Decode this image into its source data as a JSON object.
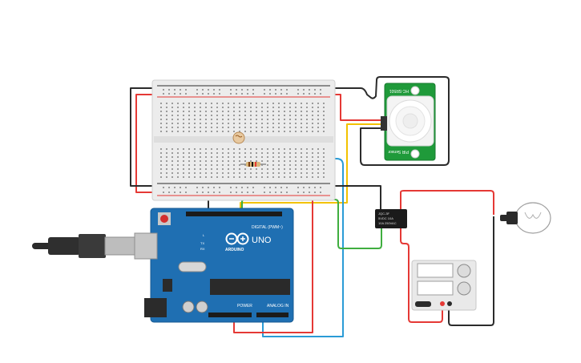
{
  "arduino": {
    "brand": "ARDUINO",
    "model": "UNO",
    "digital_header": "DIGITAL (PWM~)",
    "power_header": "POWER",
    "analog_header": "ANALOG IN",
    "led_l": "L",
    "led_tx": "TX",
    "led_rx": "RX"
  },
  "pir": {
    "top_text": "HC-SR501",
    "bottom_text": "PIR Sensor"
  },
  "relay": {
    "label_line1": "JQC-3F",
    "label_line2": "5VDC 10A",
    "label_line3": "10A 250VAC"
  },
  "colors": {
    "red": "#e53935",
    "black": "#2b2b2b",
    "yellow": "#f2c200",
    "blue": "#2a9bd6",
    "green": "#3fae3f",
    "arduino_blue": "#1f6fb2",
    "pir_green": "#1f9a3a"
  }
}
